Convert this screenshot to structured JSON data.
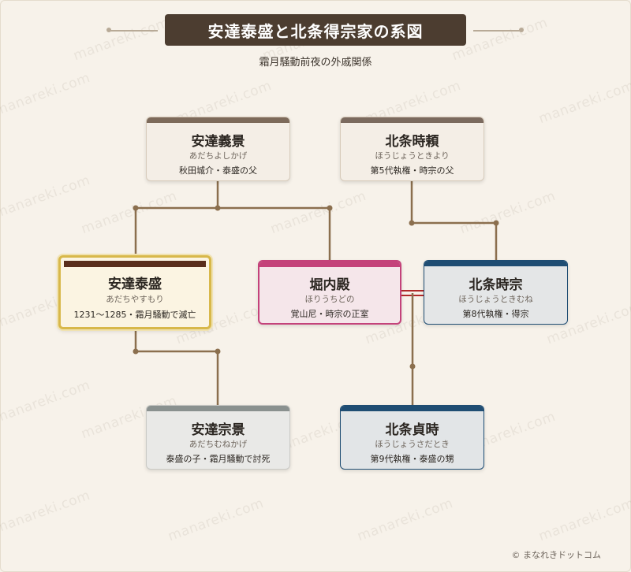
{
  "title": "安達泰盛と北条得宗家の系図",
  "subtitle": "霜月騒動前夜の外戚関係",
  "watermark": "manareki.com",
  "footer": "© まなれきドットコム",
  "nodes": {
    "yoshikage": {
      "name": "安達義景",
      "reading": "あだちよしかげ",
      "desc": "秋田城介・泰盛の父"
    },
    "tokiyori": {
      "name": "北条時頼",
      "reading": "ほうじょうときより",
      "desc": "第5代執権・時宗の父"
    },
    "yasumori": {
      "name": "安達泰盛",
      "reading": "あだちやすもり",
      "desc": "1231〜1285・霜月騒動で滅亡"
    },
    "horinouchi": {
      "name": "堀内殿",
      "reading": "ほりうちどの",
      "desc": "覚山尼・時宗の正室"
    },
    "tokimune": {
      "name": "北条時宗",
      "reading": "ほうじょうときむね",
      "desc": "第8代執権・得宗"
    },
    "munekage": {
      "name": "安達宗景",
      "reading": "あだちむねかげ",
      "desc": "泰盛の子・霜月騒動で討死"
    },
    "sadatoki": {
      "name": "北条貞時",
      "reading": "ほうじょうさだとき",
      "desc": "第9代執権・泰盛の甥"
    }
  },
  "colors": {
    "adachi": "#7d6a5a",
    "hojo": "#7b6a5e",
    "highlight": "#d8b84a",
    "horinouchi": "#c4427a",
    "tokimune": "#1f4d73",
    "munekage": "#8a918f",
    "line": "#8b6f4e",
    "marriage": "#b02a2a"
  }
}
